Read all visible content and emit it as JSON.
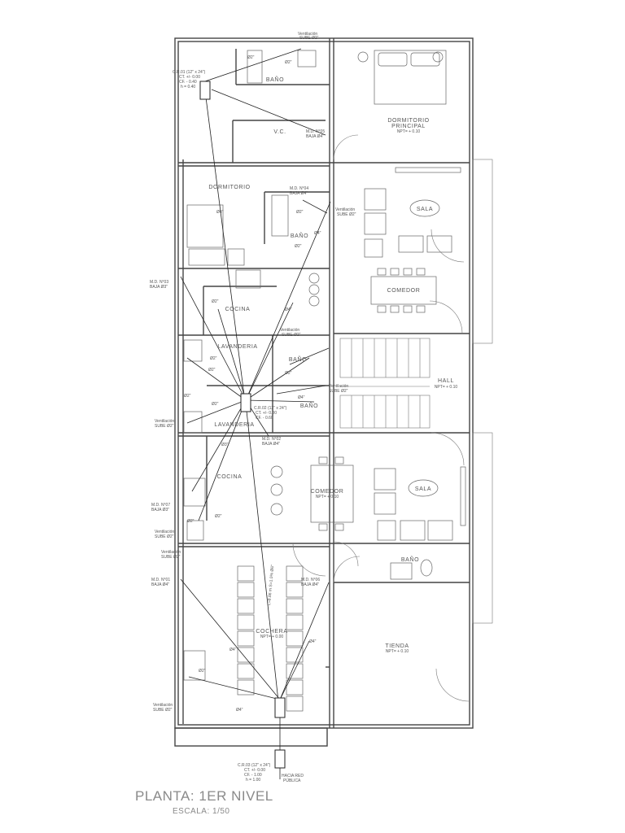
{
  "title": "PLANTA: 1ER NIVEL",
  "scale": "ESCALA: 1/50",
  "rooms": {
    "bano_top": "BAÑO",
    "vc": "V.C.",
    "dormitorio_principal_1": "DORMITORIO",
    "dormitorio_principal_2": "PRINCIPAL",
    "dormitorio_principal_npt": "NPT= + 0.10",
    "dormitorio": "DORMITORIO",
    "bano_mid": "BAÑO",
    "sala_top": "SALA",
    "comedor_top": "COMEDOR",
    "cocina_top": "COCINA",
    "lavanderia_1": "LAVANDERIA",
    "bano_3": "BAÑO",
    "bano_4": "BAÑO",
    "lavanderia_2": "LAVANDERIA",
    "hall": "HALL",
    "hall_npt": "NPT= + 0.10",
    "cocina_bottom": "COCINA",
    "comedor_bottom": "COMEDOR",
    "comedor_bottom_npt": "NPT= + 0.10",
    "sala_bottom": "SALA",
    "bano_shop": "BAÑO",
    "cochera": "COCHERA",
    "cochera_npt": "NPT= + 0.00",
    "tienda": "TIENDA",
    "tienda_npt": "NPT= + 0.10"
  },
  "registers": {
    "cr01_1": "C.R.01 (12\" x 24\")",
    "cr01_2": "CT. +/- 0.00",
    "cr01_3": "CF. - 0.40",
    "cr01_4": "h = 0.40",
    "cr02_1": "C.R.02 (12\" x 24\")",
    "cr02_2": "CT. +/- 0.00",
    "cr02_3": "CF. - 0.60",
    "cr03_1": "C.R.03 (12\" x 24\")",
    "cr03_2": "CT. +/- 0.00",
    "cr03_3": "CF. - 1.00",
    "cr03_4": "h = 1.00",
    "hacia_1": "HACIA RED",
    "hacia_2": "PÚBLICA"
  },
  "downpipes": {
    "md05_1": "M.D. N°05",
    "md05_2": "BAJA Ø4\"",
    "md04_1": "M.D. N°04",
    "md04_2": "BAJA Ø4\"",
    "md03_1": "M.D. N°03",
    "md03_2": "BAJA Ø3\"",
    "md02_1": "M.D. N°02",
    "md02_2": "BAJA Ø4\"",
    "md07_1": "M.D. N°07",
    "md07_2": "BAJA Ø3\"",
    "md01_1": "M.D. N°01",
    "md01_2": "BAJA Ø4\"",
    "md06_1": "M.D. N°06",
    "md06_2": "BAJA Ø4\""
  },
  "vents": {
    "v1_1": "Ventilación",
    "v1_2": "SUBE Ø2\"",
    "v2_1": "Ventilación",
    "v2_2": "SUBE Ø2\"",
    "v3_1": "Ventilación",
    "v3_2": "SUBE Ø2\"",
    "v4_1": "Ventilación",
    "v4_2": "SUBE Ø2\"",
    "v5_1": "Ventilación",
    "v5_2": "SUBE Ø2\"",
    "v6_1": "Ventilación",
    "v6_2": "SUBE Ø2\"",
    "v7_1": "Ventilación",
    "v7_2": "SUBE Ø2\"",
    "v8_1": "Ventilación",
    "v8_2": "SUBE Ø2\""
  },
  "pipe_labels": {
    "d2": "Ø2\"",
    "d3": "Ø3\"",
    "d4": "Ø4\"",
    "main": "L=8.86 m  S=1.0%  Ø6\""
  }
}
